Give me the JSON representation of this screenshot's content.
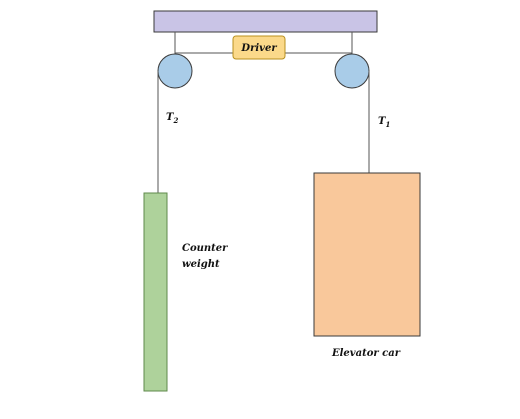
{
  "labels": {
    "driver": "Driver",
    "tension_left_symbol": "T",
    "tension_left_subscript": "2",
    "tension_right_symbol": "T",
    "tension_right_subscript": "1",
    "counterweight_line1": "Counter",
    "counterweight_line2": "weight",
    "elevator_car": "Elevator car"
  },
  "colors": {
    "ceiling_fill": "#c9c4e6",
    "ceiling_stroke": "#3a3a3a",
    "driver_fill": "#fbd98a",
    "driver_stroke": "#b8901f",
    "pulley_fill": "#a9cce8",
    "pulley_stroke": "#3a3a3a",
    "rope": "#555555",
    "counterweight_fill": "#aed29b",
    "counterweight_stroke": "#5f8a4b",
    "car_fill": "#f9c89b",
    "car_stroke": "#3a3a3a"
  }
}
